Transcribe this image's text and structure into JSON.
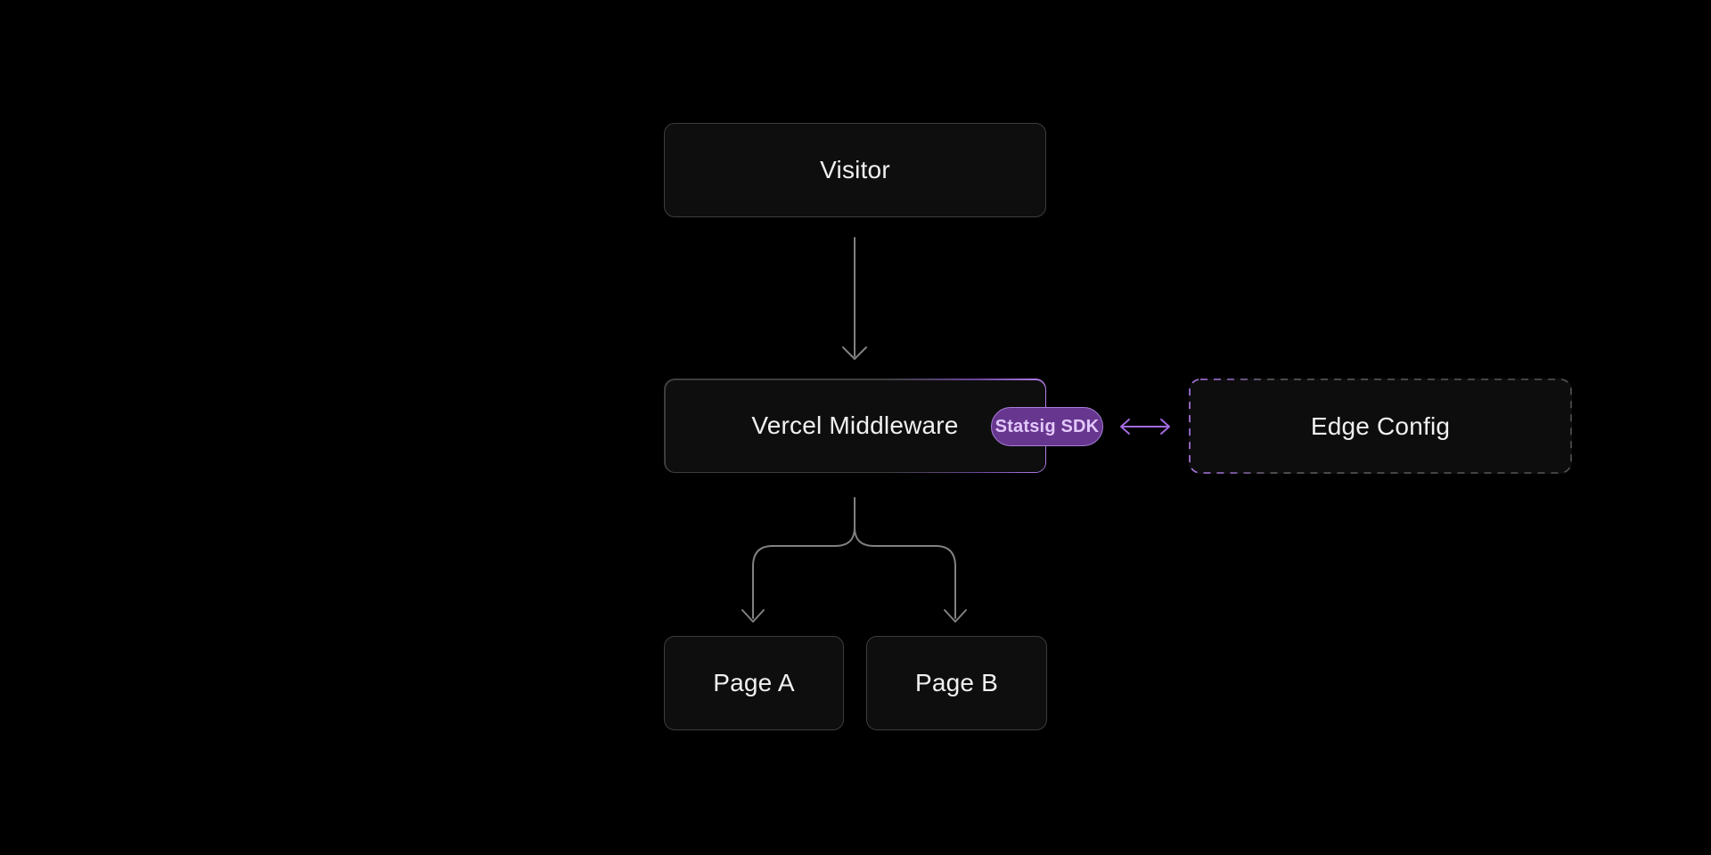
{
  "diagram": {
    "title": "Vercel Middleware feature-flag routing diagram",
    "nodes": {
      "visitor": {
        "label": "Visitor"
      },
      "middleware": {
        "label": "Vercel Middleware"
      },
      "statsig_badge": {
        "label": "Statsig SDK"
      },
      "edge_config": {
        "label": "Edge Config"
      },
      "page_a": {
        "label": "Page A"
      },
      "page_b": {
        "label": "Page B"
      }
    },
    "edges": [
      {
        "from": "Visitor",
        "to": "Vercel Middleware",
        "style": "solid gray arrow down"
      },
      {
        "from": "Vercel Middleware",
        "to": "Page A",
        "style": "solid gray branch arrow down"
      },
      {
        "from": "Vercel Middleware",
        "to": "Page B",
        "style": "solid gray branch arrow down"
      },
      {
        "from": "Vercel Middleware",
        "to": "Edge Config",
        "style": "purple double-headed arrow"
      }
    ],
    "colors": {
      "background": "#000000",
      "box_fill": "#0e0e0e",
      "box_border": "#3d3d3d",
      "box_text": "#f0f0f0",
      "connector_gray": "#818181",
      "accent_purple": "#a46be0",
      "pill_fill": "#67368f",
      "pill_border": "#a97fd9",
      "pill_text": "#e3c8fb",
      "dashed_border_gray": "#5a5a5a",
      "dashed_border_purple": "#b07ae8"
    }
  }
}
